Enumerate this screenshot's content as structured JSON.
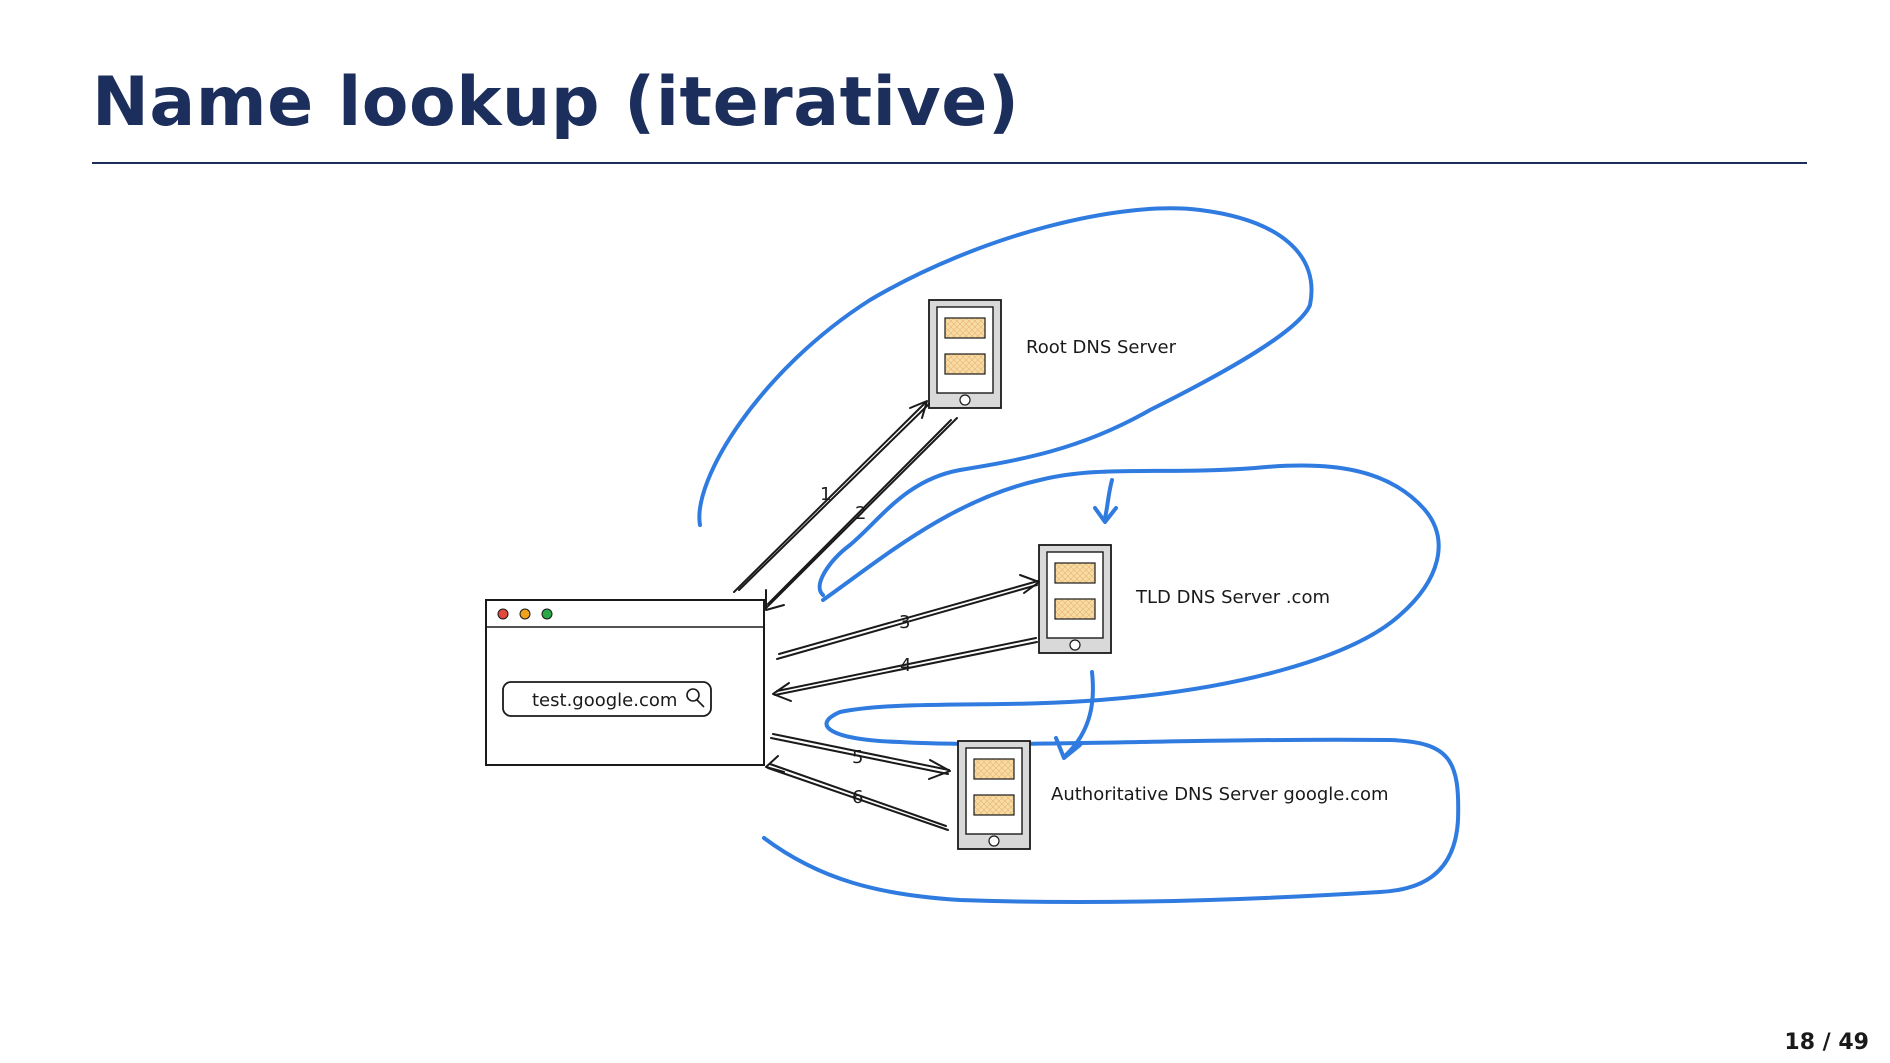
{
  "slide": {
    "title": "Name lookup (iterative)",
    "page_number": "18 / 49"
  },
  "diagram": {
    "browser": {
      "search_text": "test.google.com",
      "window_dots": [
        "#e24b3b",
        "#f0a21a",
        "#2aa845"
      ]
    },
    "servers": {
      "root": "Root DNS Server",
      "tld": "TLD DNS Server .com",
      "authoritative": "Authoritative DNS Server google.com"
    },
    "steps": [
      "1",
      "2",
      "3",
      "4",
      "5",
      "6"
    ],
    "colors": {
      "title": "#1c2e5c",
      "annotation": "#2f7be0",
      "ink": "#1a1a1a",
      "server_body": "#d9d9d9",
      "server_slot": "#f8dca6"
    }
  }
}
